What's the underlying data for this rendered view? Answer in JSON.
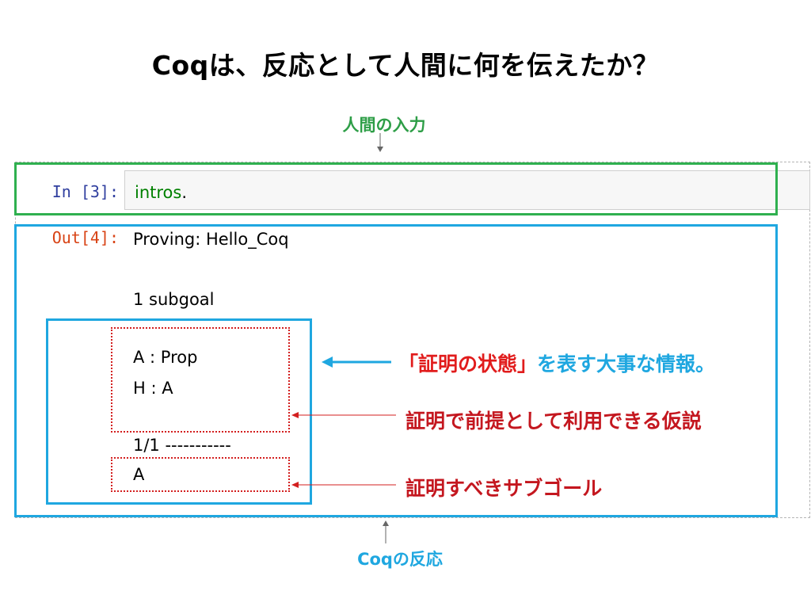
{
  "slide": {
    "title": "Coqは、反応として人間に何を伝えたか？",
    "input_note": "人間の入力",
    "response_note": "Coqの反応"
  },
  "notebook": {
    "input_cell": {
      "prompt": "In [3]:",
      "code_keyword": "intros",
      "code_punct": "."
    },
    "output_cell": {
      "prompt": "Out[4]:",
      "lines": [
        "Proving: Hello_Coq",
        "1 subgoal",
        "A : Prop",
        "H : A",
        "1/1 -----------",
        "A"
      ]
    }
  },
  "annotations": {
    "state_prefix": "「証明の状態」",
    "state_suffix": "を表す大事な情報。",
    "hypotheses": "証明で前提として利用できる仮説",
    "subgoal": "証明すべきサブゴール"
  },
  "colors": {
    "input_box": "#2fb04f",
    "output_box": "#1fa7e0",
    "dotted_highlight": "#d31f1f",
    "in_prompt": "#303f9f",
    "out_prompt": "#d84315",
    "code_keyword": "#008000"
  }
}
